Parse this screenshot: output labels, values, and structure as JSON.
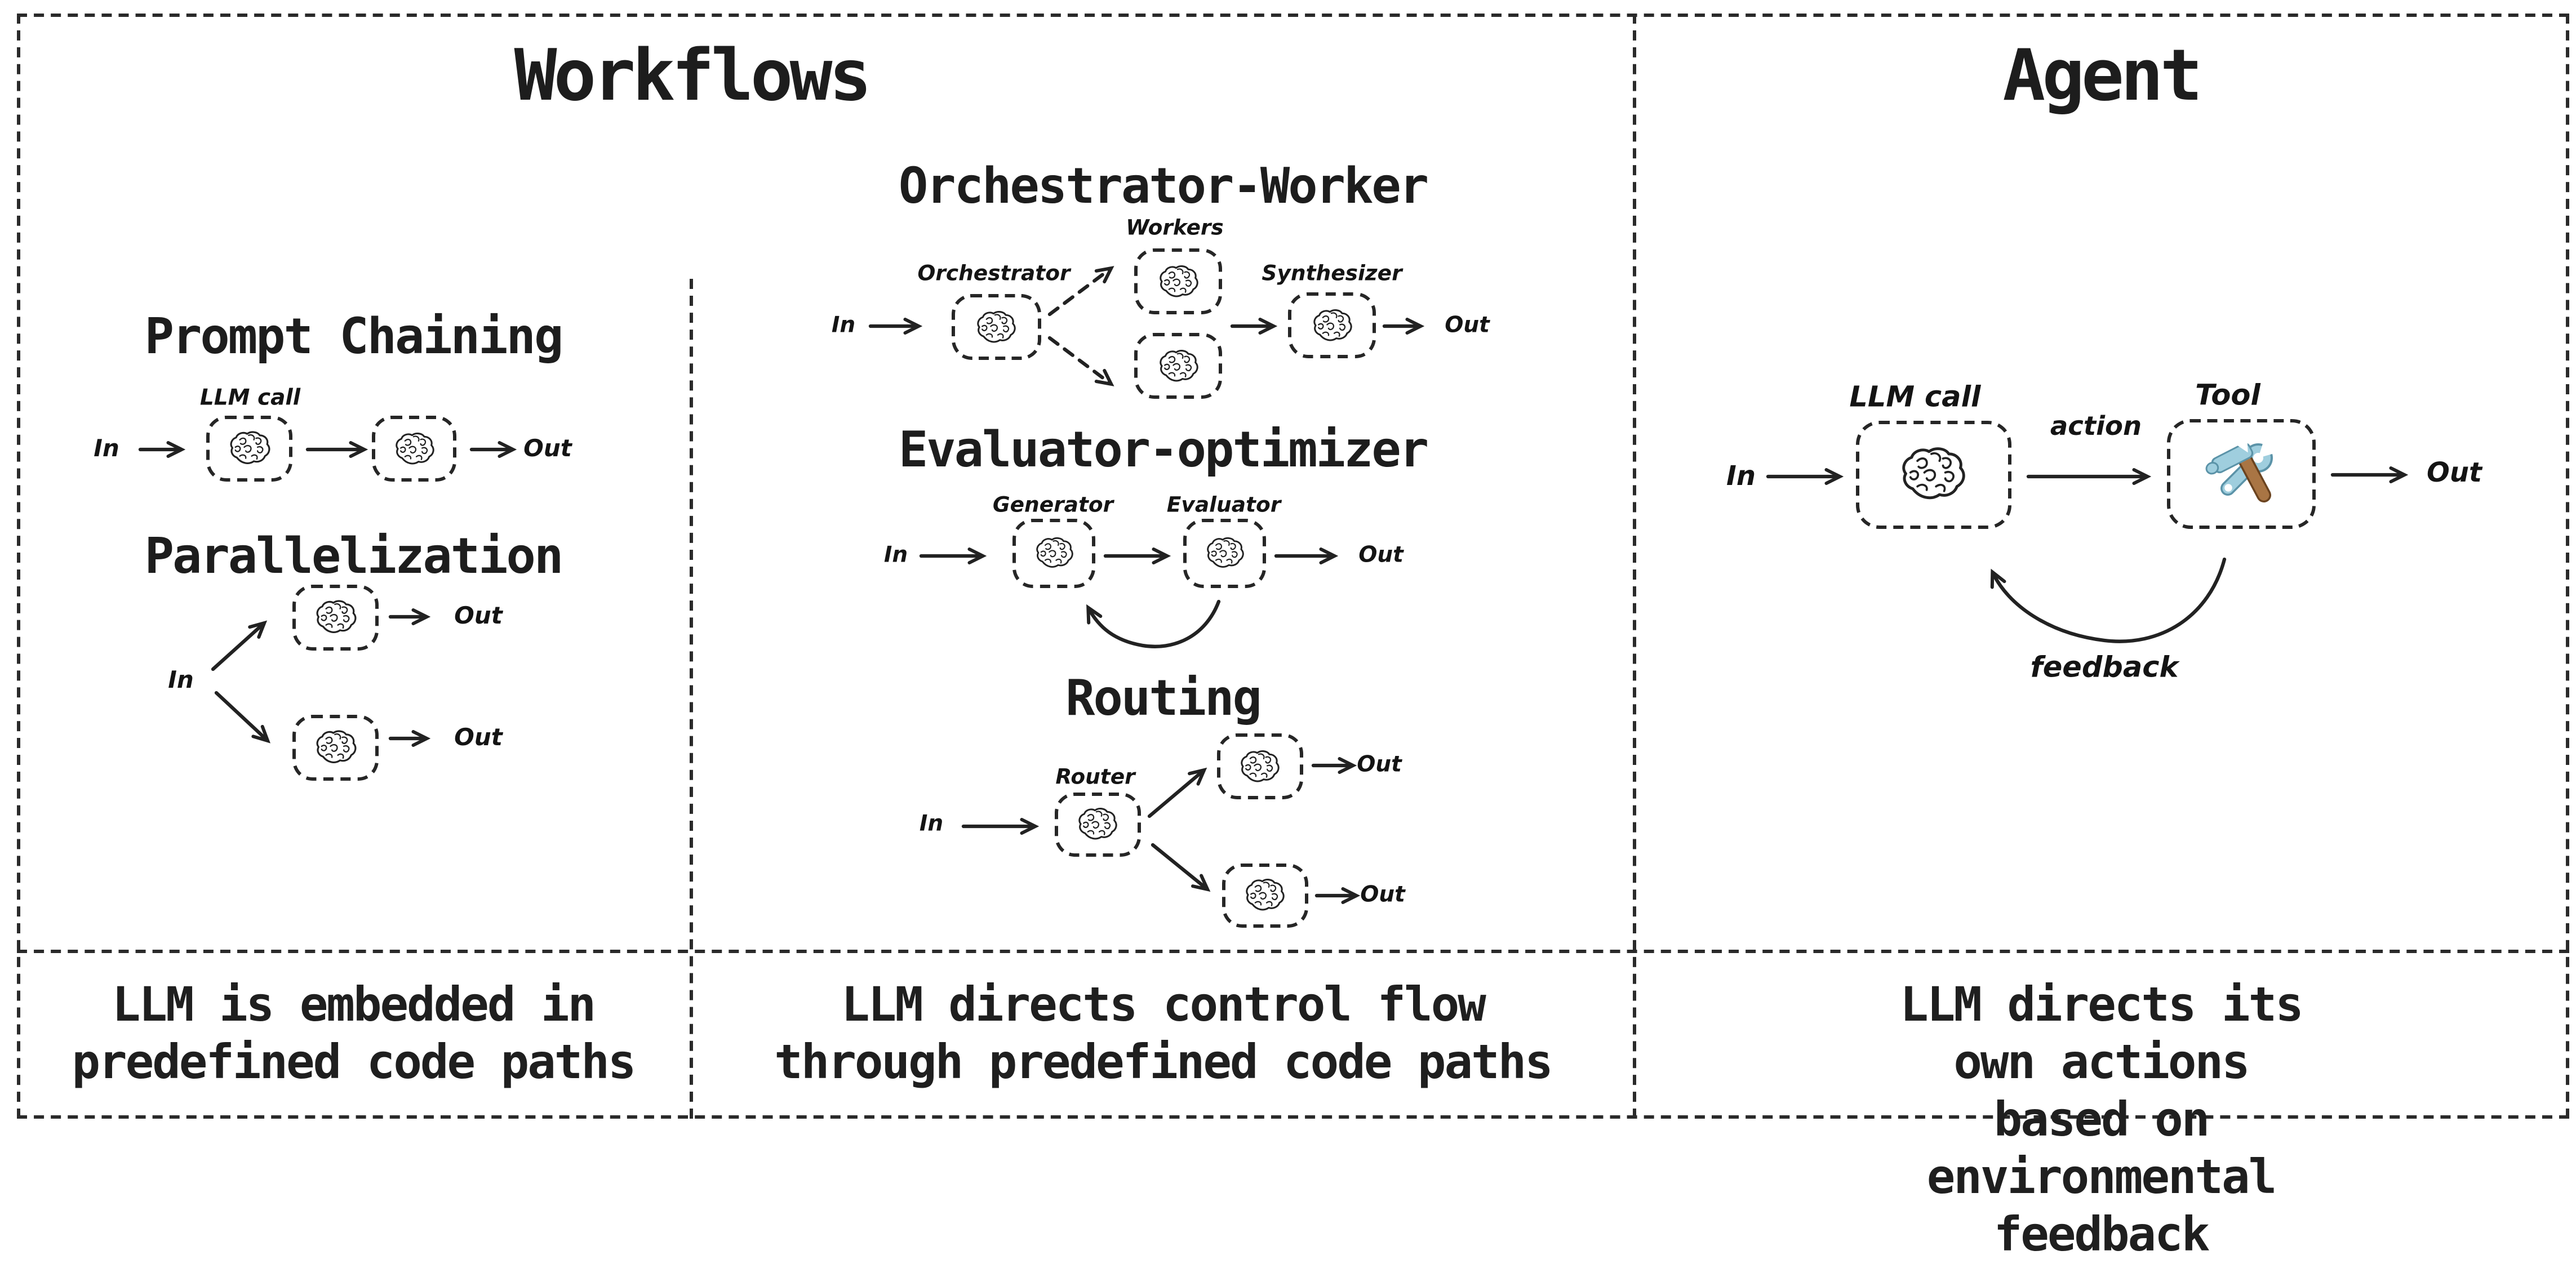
{
  "workflows": {
    "title": "Workflows",
    "captions": {
      "left": "LLM is embedded in\npredefined code paths",
      "middle": "LLM directs control flow\nthrough predefined code paths"
    },
    "prompt_chaining": {
      "heading": "Prompt Chaining",
      "llm_call_label": "LLM call",
      "in": "In",
      "out": "Out"
    },
    "parallelization": {
      "heading": "Parallelization",
      "in": "In",
      "out_top": "Out",
      "out_bottom": "Out"
    },
    "orchestrator_worker": {
      "heading": "Orchestrator-Worker",
      "orchestrator_label": "Orchestrator",
      "workers_label": "Workers",
      "synthesizer_label": "Synthesizer",
      "in": "In",
      "out": "Out"
    },
    "evaluator_optimizer": {
      "heading": "Evaluator-optimizer",
      "generator_label": "Generator",
      "evaluator_label": "Evaluator",
      "in": "In",
      "out": "Out"
    },
    "routing": {
      "heading": "Routing",
      "router_label": "Router",
      "in": "In",
      "out_top": "Out",
      "out_bottom": "Out"
    }
  },
  "agent": {
    "title": "Agent",
    "llm_call_label": "LLM call",
    "tool_label": "Tool",
    "action_label": "action",
    "feedback_label": "feedback",
    "in": "In",
    "out": "Out",
    "caption": "LLM directs its own actions\nbased on environmental feedback"
  },
  "colors": {
    "ink": "#222222",
    "tool_blue_light": "#9fcede",
    "tool_blue_dark": "#5b93a8",
    "hammer_handle": "#a97544",
    "hammer_handle_dark": "#6b431f"
  }
}
